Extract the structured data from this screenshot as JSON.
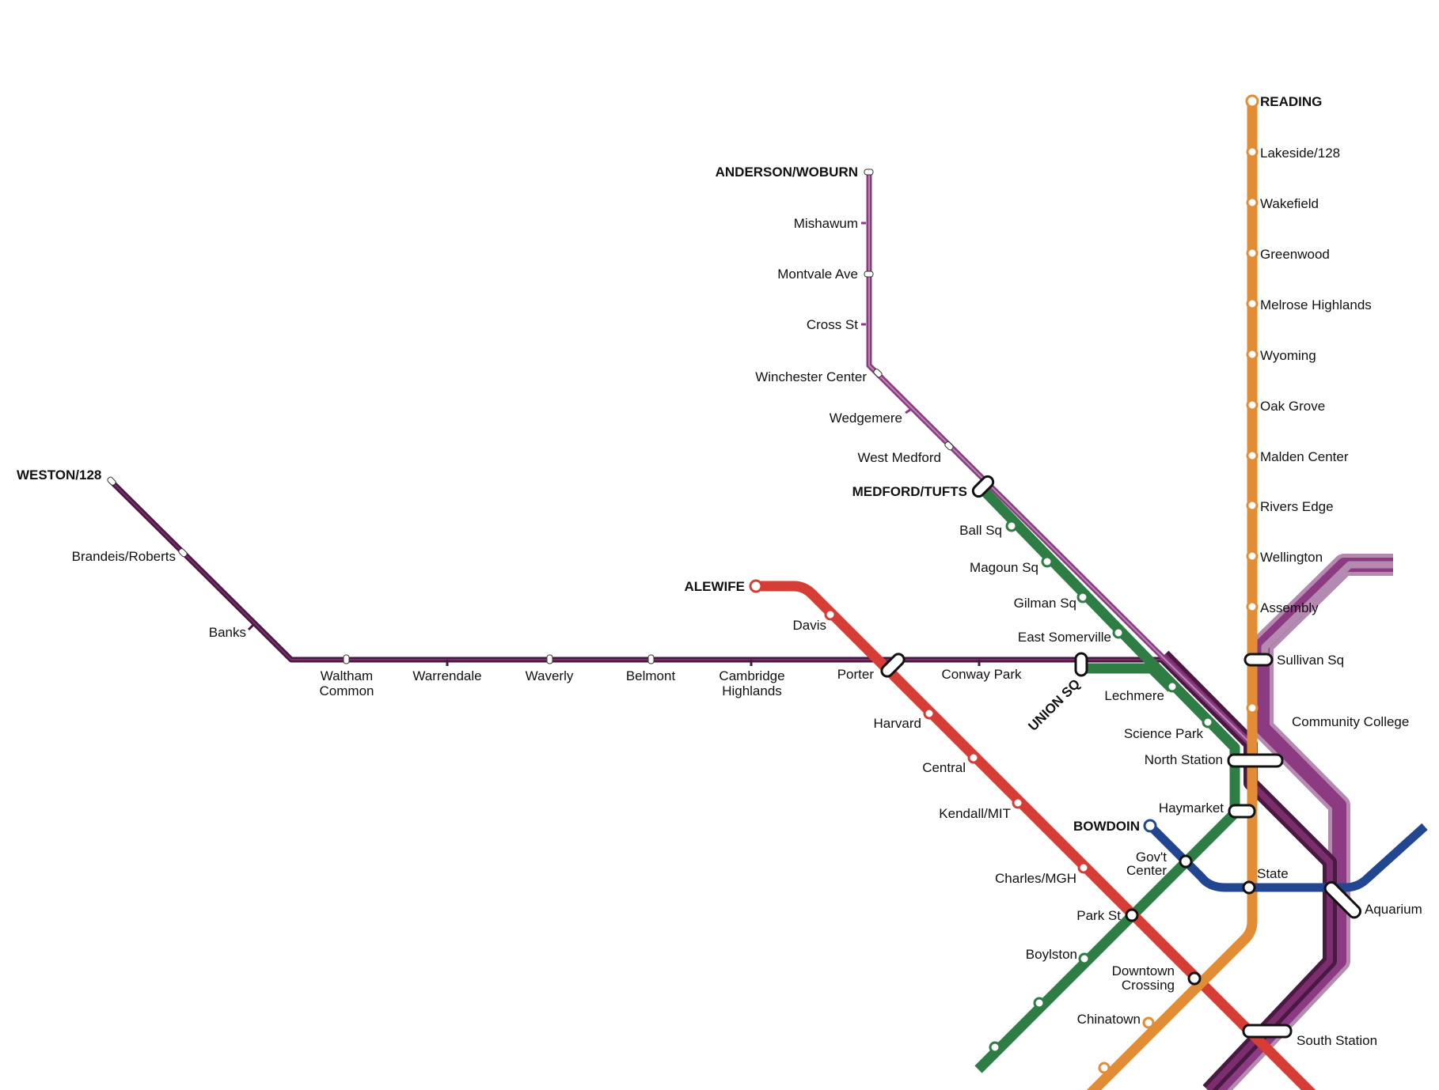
{
  "map": {
    "colors": {
      "red": "#d63d34",
      "orange": "#e28d35",
      "green": "#2e7d45",
      "blue": "#22468f",
      "purple_dark": "#4a1942",
      "purple_mid": "#7b2d6e",
      "purple_light": "#b48ab0",
      "purple_line": "#8c3b83",
      "station_fill": "#ffffff"
    },
    "lines": {
      "red": {
        "name": "",
        "terminus": "ALEWIFE"
      },
      "orange": {
        "name": "",
        "terminus": "READING"
      },
      "green": {
        "name": "",
        "terminus": "MEDFORD/TUFTS"
      },
      "blue": {
        "name": "",
        "terminus": "BOWDOIN"
      },
      "purple_woburn": {
        "name": "",
        "terminus": "ANDERSON/WOBURN"
      },
      "purple_weston": {
        "name": "",
        "terminus": "WESTON/128"
      }
    },
    "termini": {
      "weston": "WESTON/128",
      "anderson": "ANDERSON/WOBURN",
      "alewife": "ALEWIFE",
      "reading": "READING",
      "medford": "MEDFORD/TUFTS",
      "bowdoin": "BOWDOIN",
      "union": "UNION SQ"
    },
    "stations": {
      "brandeis": "Brandeis/Roberts",
      "banks": "Banks",
      "waltham1": "Waltham",
      "waltham2": "Common",
      "warrendale": "Warrendale",
      "waverly": "Waverly",
      "belmont": "Belmont",
      "cambridge1": "Cambridge",
      "cambridge2": "Highlands",
      "porter": "Porter",
      "conway": "Conway Park",
      "mishawum": "Mishawum",
      "montvale": "Montvale Ave",
      "cross": "Cross St",
      "winchester": "Winchester Center",
      "wedgemere": "Wedgemere",
      "westmedford": "West Medford",
      "ball": "Ball Sq",
      "magoun": "Magoun Sq",
      "gilman": "Gilman Sq",
      "eastsomerville": "East Somerville",
      "lechmere": "Lechmere",
      "sciencepark": "Science Park",
      "davis": "Davis",
      "harvard": "Harvard",
      "central": "Central",
      "kendall": "Kendall/MIT",
      "charles": "Charles/MGH",
      "parkst": "Park St",
      "boylston": "Boylston",
      "downtown1": "Downtown",
      "downtown2": "Crossing",
      "chinatown": "Chinatown",
      "southstation": "South Station",
      "lakeside": "Lakeside/128",
      "wakefield": "Wakefield",
      "greenwood": "Greenwood",
      "melrose": "Melrose Highlands",
      "wyoming": "Wyoming",
      "oakgrove": "Oak Grove",
      "malden": "Malden Center",
      "rivers": "Rivers Edge",
      "wellington": "Wellington",
      "assembly": "Assembly",
      "sullivan": "Sullivan Sq",
      "communitycollege": "Community College",
      "northstation": "North Station",
      "haymarket": "Haymarket",
      "govt1": "Gov't",
      "govt2": "Center",
      "state": "State",
      "aquarium": "Aquarium"
    }
  }
}
